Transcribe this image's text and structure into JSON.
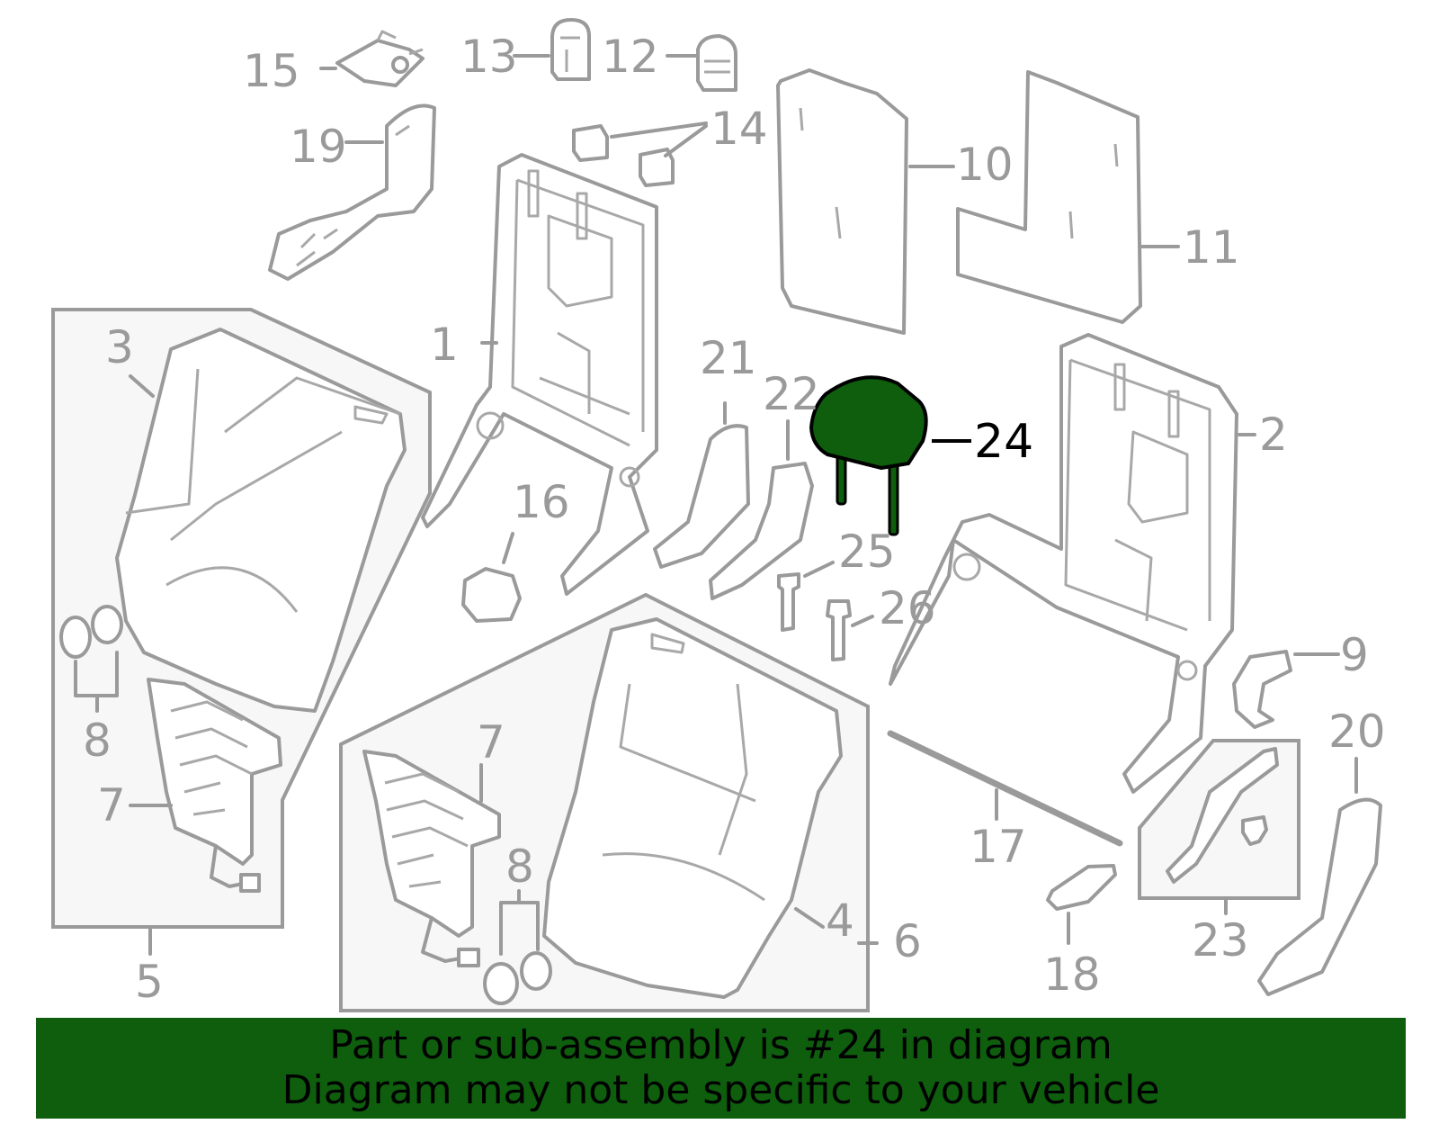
{
  "diagram": {
    "highlight_color": "#0e5e0e",
    "highlight_part": "24",
    "callouts": [
      "1",
      "2",
      "3",
      "4",
      "5",
      "6",
      "7",
      "7",
      "8",
      "8",
      "9",
      "10",
      "11",
      "12",
      "13",
      "14",
      "15",
      "16",
      "17",
      "18",
      "19",
      "20",
      "21",
      "22",
      "23",
      "24",
      "25",
      "26"
    ]
  },
  "banner": {
    "line1": "Part or sub-assembly is #24 in diagram",
    "line2": "Diagram may not be specific to your vehicle"
  }
}
